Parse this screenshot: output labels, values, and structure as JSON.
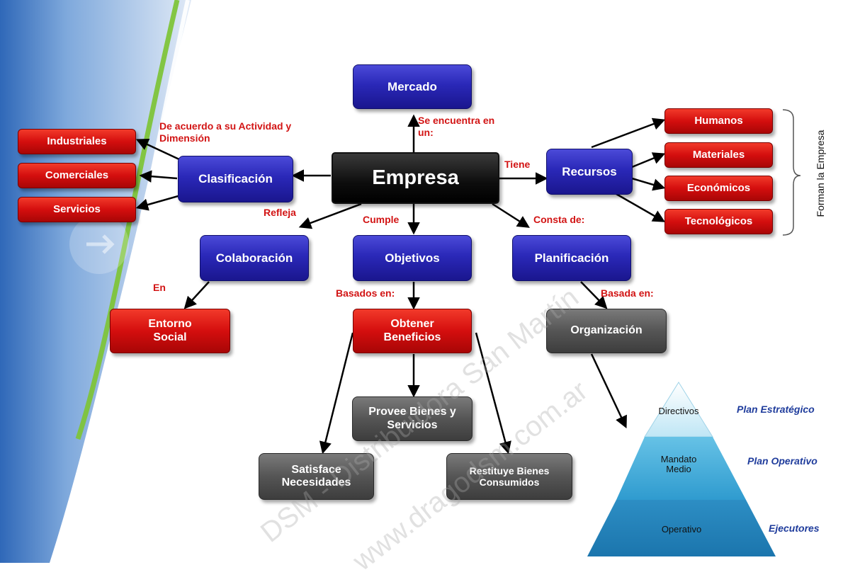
{
  "center": "Empresa",
  "nodes": {
    "mercado": "Mercado",
    "clasificacion": "Clasificación",
    "recursos": "Recursos",
    "colaboracion": "Colaboración",
    "objetivos": "Objetivos",
    "planificacion": "Planificación",
    "entorno": "Entorno Social",
    "obtener": "Obtener Beneficios",
    "organizacion": "Organización",
    "provee": "Provee Bienes y Servicios",
    "satisface": "Satisface Necesidades",
    "restituye": "Restituye Bienes Consumidos"
  },
  "categories": [
    "Industriales",
    "Comerciales",
    "Servicios"
  ],
  "resources": [
    "Humanos",
    "Materiales",
    "Económicos",
    "Tecnológicos"
  ],
  "edge_labels": {
    "acuerdo": "De acuerdo a su Actividad y Dimensión",
    "encuentra": "Se encuentra en un:",
    "tiene": "Tiene",
    "refleja": "Refleja",
    "cumple": "Cumple",
    "consta": "Consta de:",
    "en": "En",
    "basados": "Basados en:",
    "basada": "Basada en:"
  },
  "brace_label": "Forman la Empresa",
  "pyramid": {
    "levels": [
      "Directivos",
      "Mandato Medio",
      "Operativo"
    ],
    "plans": [
      "Plan Estratégico",
      "Plan Operativo",
      "Ejecutores"
    ]
  },
  "watermark": [
    "DSM - Distribuidora San Martín",
    "www.dragodsm.com.ar"
  ]
}
